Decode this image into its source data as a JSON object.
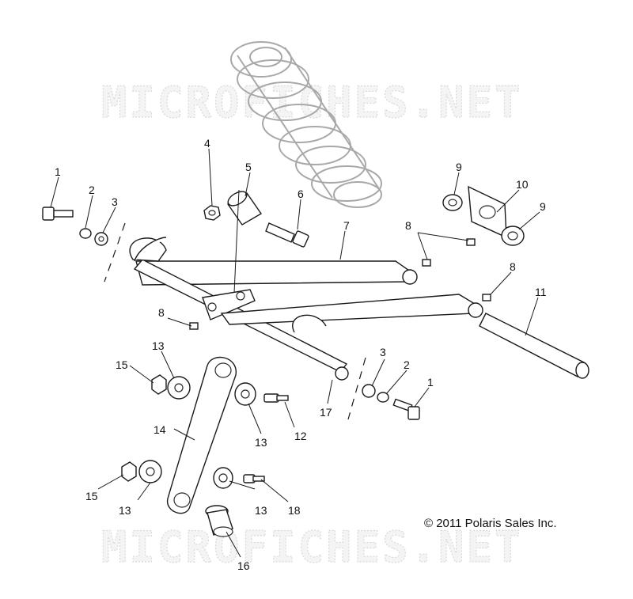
{
  "watermark": "MICROFICHES.NET",
  "copyright": "© 2011 Polaris Sales Inc.",
  "callouts": {
    "c1a": "1",
    "c2a": "2",
    "c3a": "3",
    "c4": "4",
    "c5": "5",
    "c6": "6",
    "c7": "7",
    "c8a": "8",
    "c9a": "9",
    "c10": "10",
    "c9b": "9",
    "c8b": "8",
    "c11": "11",
    "c8c": "8",
    "c3b": "3",
    "c2b": "2",
    "c1b": "1",
    "c13a": "13",
    "c15a": "15",
    "c14": "14",
    "c13b": "13",
    "c12": "12",
    "c17": "17",
    "c15b": "15",
    "c13c": "13",
    "c13d": "13",
    "c18": "18",
    "c16": "16"
  },
  "colors": {
    "line": "#1a1a1a",
    "watermark": "#d9d9d9",
    "spring": "#a8a8a8"
  }
}
